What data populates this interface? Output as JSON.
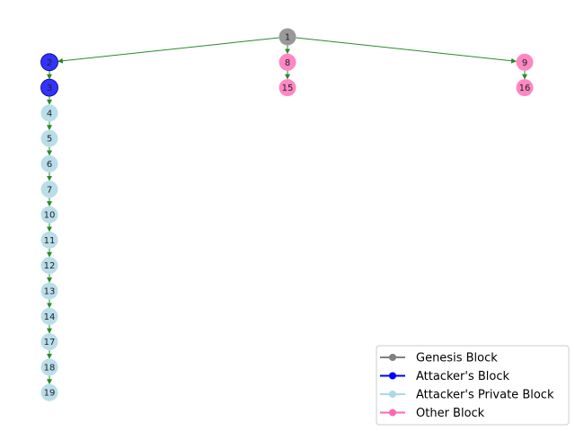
{
  "colors": {
    "edge": "#2a8a2a",
    "genesis": "#808080",
    "attacker": "#0000ff",
    "attacker_private": "#add8e6",
    "other": "#ff69b4"
  },
  "nodes": [
    {
      "id": "1",
      "type": "genesis"
    },
    {
      "id": "2",
      "type": "attacker"
    },
    {
      "id": "3",
      "type": "attacker"
    },
    {
      "id": "4",
      "type": "attacker_private"
    },
    {
      "id": "5",
      "type": "attacker_private"
    },
    {
      "id": "6",
      "type": "attacker_private"
    },
    {
      "id": "7",
      "type": "attacker_private"
    },
    {
      "id": "10",
      "type": "attacker_private"
    },
    {
      "id": "11",
      "type": "attacker_private"
    },
    {
      "id": "12",
      "type": "attacker_private"
    },
    {
      "id": "13",
      "type": "attacker_private"
    },
    {
      "id": "14",
      "type": "attacker_private"
    },
    {
      "id": "17",
      "type": "attacker_private"
    },
    {
      "id": "18",
      "type": "attacker_private"
    },
    {
      "id": "19",
      "type": "attacker_private"
    },
    {
      "id": "8",
      "type": "other"
    },
    {
      "id": "15",
      "type": "other"
    },
    {
      "id": "9",
      "type": "other"
    },
    {
      "id": "16",
      "type": "other"
    }
  ],
  "edges": [
    [
      "1",
      "2"
    ],
    [
      "1",
      "8"
    ],
    [
      "1",
      "9"
    ],
    [
      "2",
      "3"
    ],
    [
      "3",
      "4"
    ],
    [
      "4",
      "5"
    ],
    [
      "5",
      "6"
    ],
    [
      "6",
      "7"
    ],
    [
      "7",
      "10"
    ],
    [
      "10",
      "11"
    ],
    [
      "11",
      "12"
    ],
    [
      "12",
      "13"
    ],
    [
      "13",
      "14"
    ],
    [
      "14",
      "17"
    ],
    [
      "17",
      "18"
    ],
    [
      "18",
      "19"
    ],
    [
      "8",
      "15"
    ],
    [
      "9",
      "16"
    ]
  ],
  "legend": [
    {
      "label": "Genesis Block",
      "type": "genesis"
    },
    {
      "label": "Attacker's Block",
      "type": "attacker"
    },
    {
      "label": "Attacker's Private Block",
      "type": "attacker_private"
    },
    {
      "label": "Other Block",
      "type": "other"
    }
  ]
}
